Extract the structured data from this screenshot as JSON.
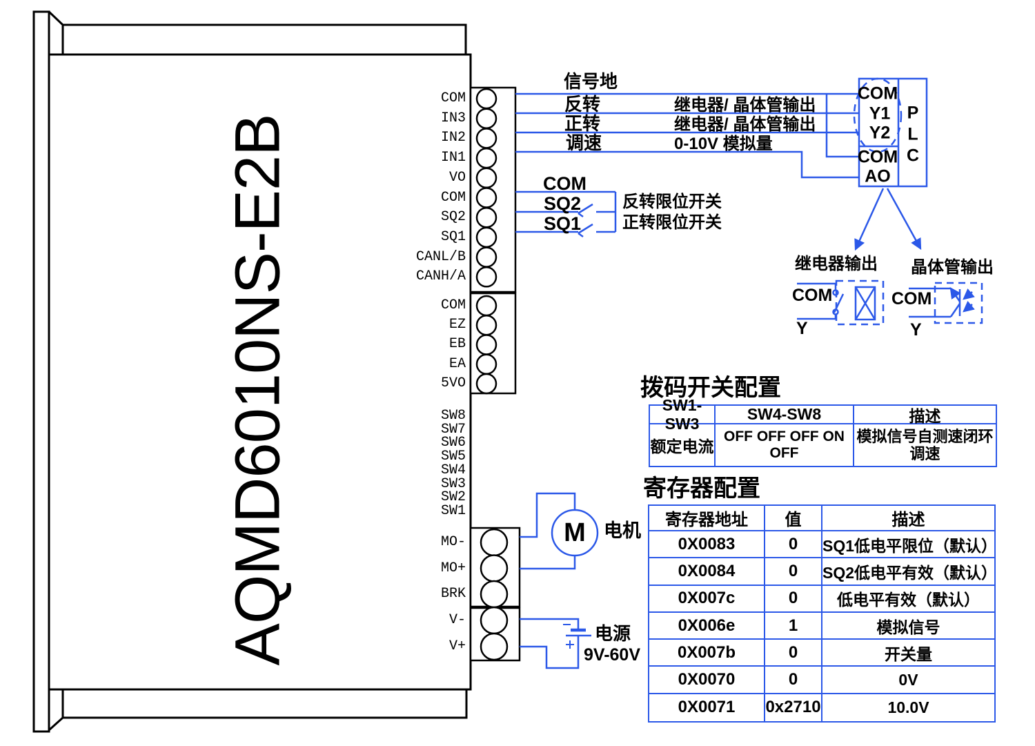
{
  "device": {
    "model": "AQMD6010NS-E2B"
  },
  "terminals": {
    "block1": [
      "COM",
      "IN3",
      "IN2",
      "IN1",
      "VO",
      "COM",
      "SQ2",
      "SQ1",
      "CANL/B",
      "CANH/A"
    ],
    "block2": [
      "COM",
      "EZ",
      "EB",
      "EA",
      "5VO"
    ],
    "dip_switch_pins": [
      "SW8",
      "SW7",
      "SW6",
      "SW5",
      "SW4",
      "SW3",
      "SW2",
      "SW1"
    ],
    "block3": [
      "MO-",
      "MO+",
      "BRK"
    ],
    "block4": [
      "V-",
      "V+"
    ]
  },
  "signal_labels": {
    "signal_ground": "信号地",
    "reverse": "反转",
    "forward": "正转",
    "speed": "调速",
    "reverse_output_type": "继电器/ 晶体管输出",
    "forward_output_type": "继电器/ 晶体管输出",
    "analog_range": "0-10V 模拟量"
  },
  "limit_switch": {
    "com": "COM",
    "sq2": "SQ2",
    "sq1": "SQ1",
    "reverse_limit": "反转限位开关",
    "forward_limit": "正转限位开关"
  },
  "plc": {
    "upper_terminals": [
      "COM",
      "Y1",
      "Y2"
    ],
    "lower_terminals": [
      "COM",
      "AO"
    ],
    "letters": [
      "P",
      "L",
      "C"
    ]
  },
  "outputs": {
    "relay_title": "继电器输出",
    "relay_com": "COM",
    "relay_y": "Y",
    "transistor_title": "晶体管输出",
    "transistor_com": "COM",
    "transistor_y": "Y"
  },
  "motor": {
    "symbol": "M",
    "label": "电机"
  },
  "power": {
    "label": "电源",
    "range": "9V-60V"
  },
  "dip_table": {
    "title": "拨码开关配置",
    "headers": [
      "SW1-SW3",
      "SW4-SW8",
      "描述"
    ],
    "row": [
      "额定电流",
      "OFF OFF OFF ON OFF",
      "模拟信号自测速闭环调速"
    ]
  },
  "register_table": {
    "title": "寄存器配置",
    "headers": [
      "寄存器地址",
      "值",
      "描述"
    ],
    "rows": [
      [
        "0X0083",
        "0",
        "SQ1低电平限位（默认）"
      ],
      [
        "0X0084",
        "0",
        "SQ2低电平有效（默认）"
      ],
      [
        "0X007c",
        "0",
        "低电平有效（默认）"
      ],
      [
        "0X006e",
        "1",
        "模拟信号"
      ],
      [
        "0X007b",
        "0",
        "开关量"
      ],
      [
        "0X0070",
        "0",
        "0V"
      ],
      [
        "0X0071",
        "0x2710",
        "10.0V"
      ]
    ]
  },
  "colors": {
    "line_blue": "#2b58e8",
    "outline_black": "#000000"
  }
}
